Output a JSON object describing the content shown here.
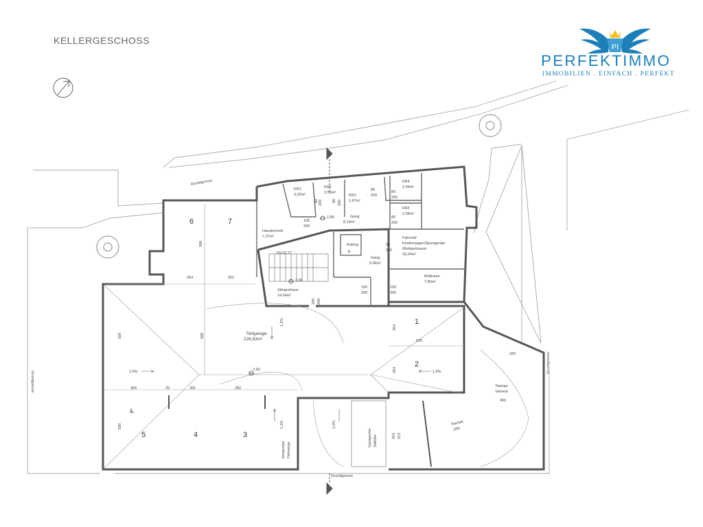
{
  "title": "KELLERGESCHOSS",
  "logo": {
    "name": "PERFEKTIMMO",
    "tagline": "IMMOBILIEN . EINFACH . PERFEKT",
    "monogram": "PI",
    "icon": "winged-crown-logo-icon",
    "color": "#1e7fb8",
    "crown_color": "#f2c21b"
  },
  "compass": {
    "icon": "north-arrow-icon"
  },
  "plan": {
    "line_color": "#555555",
    "boundary_labels": {
      "top": "Grundgrenze",
      "left": "Grundgrenze",
      "right": "Grundgrenze",
      "bottom": "Grundgrenze"
    },
    "rooms": {
      "kr1": {
        "name": "KR1",
        "area": "3,32m²"
      },
      "kr2": {
        "name": "KR2",
        "area": "2,59m²"
      },
      "kr3": {
        "name": "KR3",
        "area": "2,87m²"
      },
      "kr4": {
        "name": "KR4",
        "area": "2,94m²"
      },
      "kr5": {
        "name": "KR5",
        "area": "2,58m²"
      },
      "gang1": {
        "name": "Gang",
        "area": "8,19m²"
      },
      "haustechnik": {
        "name": "Haustechnik",
        "area": "7,37m²"
      },
      "fahrrad": {
        "name": "Fahrrad/",
        "name2": "Kinderwagen/Sportgeräte",
        "name3": "/Rollstuhlraum",
        "area": "18,24m²"
      },
      "gang2": {
        "name": "Gang",
        "area": "5,66m²"
      },
      "muellraum": {
        "name": "Müllraum",
        "area": "7,80m²"
      },
      "stiegenhaus": {
        "name": "Stiegenhaus",
        "area": "14,64m²"
      },
      "tiefgarage": {
        "name": "Tiefgarage",
        "area": "226,83m²"
      },
      "rampe1": {
        "name": "Rampe",
        "detail": "beheizt"
      },
      "rampe2": {
        "name": "Rampe",
        "detail": "18%"
      },
      "stair": {
        "label": "16x16,27"
      },
      "garagentor": {
        "name": "Garagentor",
        "detail": "Stahltor"
      },
      "lift": {
        "name": "Aufzug"
      }
    },
    "parking": [
      "1",
      "2",
      "3",
      "4",
      "5",
      "6",
      "7"
    ],
    "dimensions": {
      "d500v": "500",
      "d254": "254",
      "d252": "252",
      "d500a": "500",
      "d500b": "500",
      "d264a": "264",
      "d500h": "500",
      "d264b": "264",
      "d330": "330",
      "d450": "450",
      "d365": "365",
      "d25": "25",
      "d281": "281",
      "d282": "282",
      "d500c": "500",
      "d410": "410",
      "d213": "213"
    },
    "doors": {
      "a": [
        "100",
        "200"
      ],
      "b": [
        "80",
        "200"
      ],
      "c": [
        "80",
        "200"
      ],
      "d": [
        "80",
        "200"
      ],
      "e": [
        "80",
        "200"
      ],
      "f": [
        "80",
        "200"
      ],
      "g": [
        "90",
        "200"
      ],
      "h": [
        "100",
        "200"
      ],
      "i": [
        "100",
        "200"
      ],
      "j": [
        "100",
        "200"
      ],
      "k": [
        "100",
        "200"
      ]
    },
    "levels": {
      "l1": "2,86",
      "l2": "2,86",
      "l3": "2,93"
    },
    "slopes": {
      "s1": "1,5%",
      "s2": "1,5%",
      "s3": "1,5%",
      "s4": "1,5%",
      "s5": "1,0%"
    },
    "einspurige": {
      "line1": "einspurige",
      "line2": "Fahrwege"
    }
  }
}
